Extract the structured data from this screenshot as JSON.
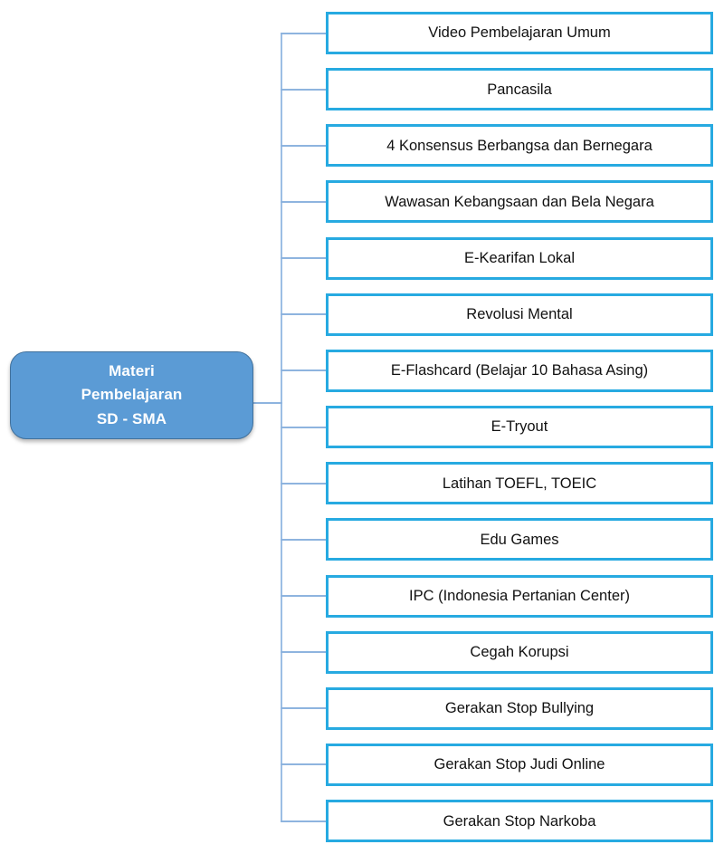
{
  "diagram": {
    "type": "tree-mindmap",
    "title_text": "Materi Pembelajaran SD - SMA",
    "colors": {
      "root_fill": "#5B9BD5",
      "root_border": "#41719C",
      "root_text": "#FFFFFF",
      "leaf_border": "#27AAE1",
      "leaf_fill": "#FFFFFF",
      "leaf_text": "#111111",
      "connector": "#8EB4DF",
      "background": "#FFFFFF"
    },
    "root": {
      "label": "Materi\nPembelajaran\nSD - SMA",
      "line1": "Materi",
      "line2": "Pembelajaran",
      "line3": "SD - SMA"
    },
    "leaves": [
      {
        "label": "Video Pembelajaran Umum"
      },
      {
        "label": "Pancasila"
      },
      {
        "label": "4 Konsensus Berbangsa dan Bernegara"
      },
      {
        "label": "Wawasan Kebangsaan dan Bela Negara"
      },
      {
        "label": "E-Kearifan Lokal"
      },
      {
        "label": "Revolusi Mental"
      },
      {
        "label": "E-Flashcard (Belajar 10 Bahasa Asing)"
      },
      {
        "label": "E-Tryout"
      },
      {
        "label": "Latihan TOEFL, TOEIC"
      },
      {
        "label": "Edu Games"
      },
      {
        "label": "IPC (Indonesia Pertanian Center)"
      },
      {
        "label": "Cegah Korupsi"
      },
      {
        "label": "Gerakan Stop Bullying"
      },
      {
        "label": "Gerakan Stop Judi Online"
      },
      {
        "label": "Gerakan Stop Narkoba"
      }
    ]
  }
}
